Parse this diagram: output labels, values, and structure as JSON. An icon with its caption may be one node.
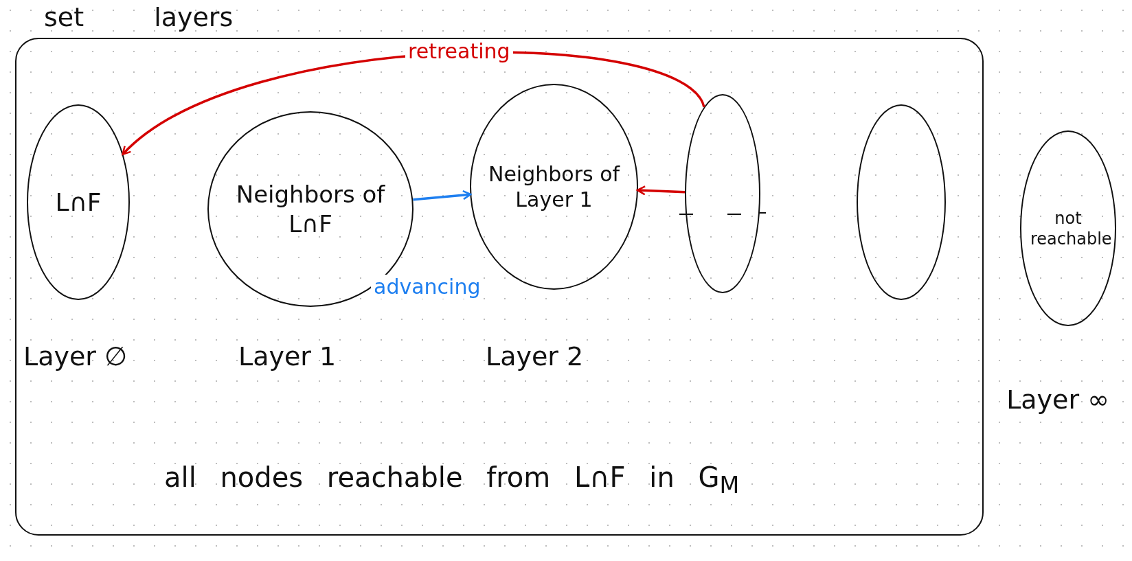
{
  "diagram": {
    "nodes": [
      {
        "text": [
          "set layers",
          "all nodes reachable from L∩F in G$_{M}$"
        ]
      },
      {
        "text": [
          "L∩F"
        ],
        "in": 0,
        "beside": [
          "Layer ∅"
        ]
      },
      {
        "text": [
          "Neighbors of L∩F"
        ],
        "in": 0,
        "beside": [
          "Layer 1"
        ]
      },
      {
        "text": [
          "Neighbors of Layer 1"
        ],
        "in": 0,
        "beside": [
          "Layer 2"
        ]
      },
      {
        "text": [],
        "shape": "ellipse",
        "in": 0
      },
      {
        "text": [],
        "shape": "ellipse",
        "in": 0
      },
      {
        "text": [
          "not reachable"
        ],
        "beside": [
          "Layer ∞"
        ]
      }
    ],
    "edges": [
      {
        "from": 4,
        "to": 1,
        "arrow": "to",
        "label": "retreating",
        "color": "#d40000"
      },
      {
        "from": 4,
        "to": 3,
        "arrow": "to",
        "color": "#d40000"
      },
      {
        "from": 2,
        "to": 3,
        "arrow": "to",
        "label": "advancing",
        "color": "#1e7ff0"
      }
    ]
  }
}
